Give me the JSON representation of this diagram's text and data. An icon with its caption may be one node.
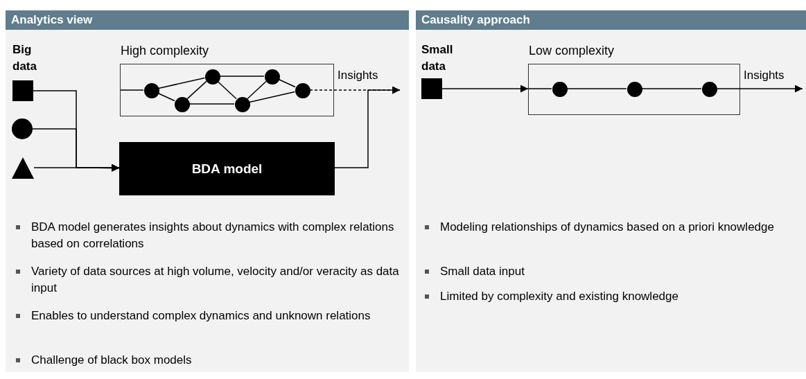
{
  "diagram": {
    "nodes": [
      {
        "text": [
          "Analytics view"
        ]
      },
      {
        "text": [],
        "shape": "box",
        "in": 0
      },
      {
        "text": [],
        "shape": "circle",
        "in": 0
      },
      {
        "text": [],
        "shape": "triangle",
        "in": 0
      },
      {
        "text": [
          "High complexity"
        ],
        "in": 0
      },
      {
        "text": [],
        "shape": "circle",
        "in": 4
      },
      {
        "text": [],
        "shape": "circle",
        "in": 4
      },
      {
        "text": [],
        "shape": "circle",
        "in": 4
      },
      {
        "text": [],
        "shape": "circle",
        "in": 4
      },
      {
        "text": [],
        "shape": "circle",
        "in": 4
      },
      {
        "text": [],
        "shape": "circle",
        "in": 4
      },
      {
        "text": [
          "BDA model"
        ],
        "in": 0
      },
      {
        "text": [
          "Causality approach"
        ]
      },
      {
        "text": [],
        "shape": "box",
        "in": 12
      },
      {
        "text": [
          "Low complexity"
        ],
        "in": 12
      },
      {
        "text": [],
        "shape": "circle",
        "in": 14
      },
      {
        "text": [],
        "shape": "circle",
        "in": 14
      },
      {
        "text": [],
        "shape": "circle",
        "in": 14
      }
    ],
    "edges": [
      {
        "from": 1,
        "to": 11,
        "arrow": "to"
      },
      {
        "from": 2,
        "to": 11,
        "arrow": "to"
      },
      {
        "from": 3,
        "to": 11,
        "arrow": "to"
      },
      {
        "from": 11,
        "to": null,
        "arrow": "to"
      },
      {
        "from": null,
        "to": 5,
        "arrow": "none"
      },
      {
        "from": 5,
        "to": 6,
        "arrow": "none"
      },
      {
        "from": 5,
        "to": 7,
        "arrow": "none"
      },
      {
        "from": 6,
        "to": 7,
        "arrow": "none"
      },
      {
        "from": 6,
        "to": 8,
        "arrow": "none"
      },
      {
        "from": 7,
        "to": 8,
        "arrow": "none"
      },
      {
        "from": 7,
        "to": 9,
        "arrow": "none"
      },
      {
        "from": 8,
        "to": 9,
        "arrow": "none"
      },
      {
        "from": 8,
        "to": 10,
        "arrow": "none"
      },
      {
        "from": 9,
        "to": 10,
        "arrow": "none"
      },
      {
        "from": 10,
        "to": null,
        "arrow": "to",
        "style": "dashed"
      },
      {
        "from": 13,
        "to": 14,
        "arrow": "to"
      },
      {
        "from": null,
        "to": 15,
        "arrow": "none"
      },
      {
        "from": 15,
        "to": 16,
        "arrow": "none"
      },
      {
        "from": 16,
        "to": 17,
        "arrow": "none"
      },
      {
        "from": 17,
        "to": null,
        "arrow": "to"
      }
    ],
    "labels": [
      "Big data",
      "Insights",
      "BDA model generates insights about dynamics with complex relations based on correlations",
      "Variety of data sources at high volume, velocity and/or veracity as data input",
      "Enables to understand complex dynamics and unknown relations",
      "Challenge of black box models",
      "Small data",
      "Insights",
      "Modeling relationships of dynamics based on a priori knowledge",
      "Small data input",
      "Limited by complexity and existing knowledge"
    ]
  }
}
